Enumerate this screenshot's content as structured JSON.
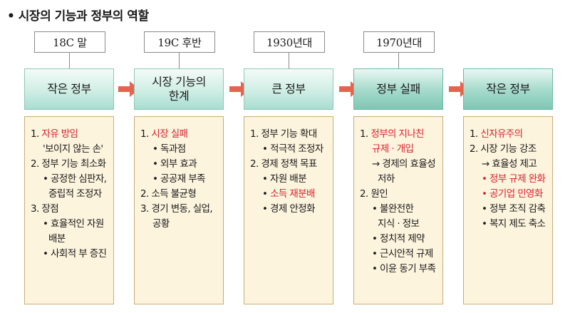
{
  "title": "• 시장의 기능과 정부의 역할",
  "colors": {
    "red_text": "#d6212d",
    "arrow": "#e4644f",
    "detail_bg": "#fdf4de",
    "box_teal": "#a9ddd0"
  },
  "columns": [
    {
      "era": "18C 말",
      "stage": "작은 정부",
      "detail": [
        "1. 자유 방임",
        "'보이지 않는 손'",
        "2. 정부 기능 최소화",
        "• 공정한 심판자,",
        "중립적 조정자",
        "3. 장점",
        "• 효율적인 자원",
        "배분",
        "• 사회적 부 증진"
      ]
    },
    {
      "era": "19C 후반",
      "stage_line1": "시장 기능의",
      "stage_line2": "한계",
      "detail": [
        "1. 시장 실패",
        "• 독과점",
        "• 외부 효과",
        "• 공공재 부족",
        "2. 소득 불균형",
        "3. 경기 변동, 실업,",
        "공황"
      ]
    },
    {
      "era": "1930년대",
      "stage": "큰 정부",
      "detail": [
        "1. 정부 기능 확대",
        "• 적극적 조정자",
        "2. 경제 정책 목표",
        "• 자원 배분",
        "• 소득 재분배",
        "• 경제 안정화"
      ]
    },
    {
      "era": "1970년대",
      "stage": "정부 실패",
      "detail": [
        "1. 정부의 지나친",
        "규제 · 개입",
        "→ 경제의 효율성",
        "저하",
        "2. 원인",
        "• 불완전한",
        "지식 · 정보",
        "• 정치적 제약",
        "• 근시안적 규제",
        "• 이윤 동기 부족"
      ]
    },
    {
      "stage": "작은 정부",
      "detail": [
        "1. 신자유주의",
        "2. 시장 기능 강조",
        "→ 효율성 제고",
        "• 정부 규제 완화",
        "• 공기업 민영화",
        "• 정부 조직 감축",
        "• 복지 제도 축소"
      ]
    }
  ]
}
